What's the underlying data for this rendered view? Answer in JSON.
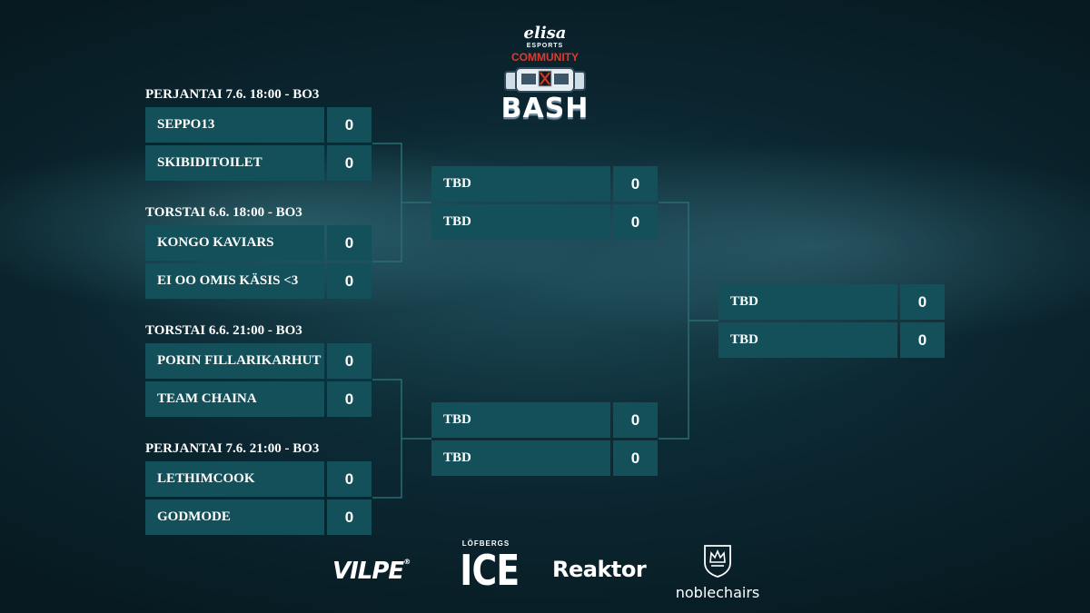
{
  "logo": {
    "elisa": "elisa",
    "esports": "ESPORTS",
    "community": "COMMUNITY",
    "bash": "BASH"
  },
  "matches": [
    {
      "label": "PERJANTAI 7.6. 18:00 - BO3",
      "teams": [
        {
          "name": "SEPPO13",
          "score": "0"
        },
        {
          "name": "SKIBIDITOILET",
          "score": "0"
        }
      ]
    },
    {
      "label": "TORSTAI 6.6. 18:00 - BO3",
      "teams": [
        {
          "name": "KONGO KAVIARS",
          "score": "0"
        },
        {
          "name": "EI OO OMIS KÄSIS <3",
          "score": "0"
        }
      ]
    },
    {
      "label": "TORSTAI 6.6. 21:00 - BO3",
      "teams": [
        {
          "name": "PORIN FILLARIKARHUT",
          "score": "0"
        },
        {
          "name": "TEAM CHAINA",
          "score": "0"
        }
      ]
    },
    {
      "label": "PERJANTAI 7.6. 21:00 - BO3",
      "teams": [
        {
          "name": "LETHIMCOOK",
          "score": "0"
        },
        {
          "name": "GODMODE",
          "score": "0"
        }
      ]
    }
  ],
  "semifinals": [
    {
      "teams": [
        {
          "name": "TBD",
          "score": "0"
        },
        {
          "name": "TBD",
          "score": "0"
        }
      ]
    },
    {
      "teams": [
        {
          "name": "TBD",
          "score": "0"
        },
        {
          "name": "TBD",
          "score": "0"
        }
      ]
    }
  ],
  "final": {
    "teams": [
      {
        "name": "TBD",
        "score": "0"
      },
      {
        "name": "TBD",
        "score": "0"
      }
    ]
  },
  "sponsors": {
    "vilpe": "VILPE",
    "vilpe_mark": "®",
    "lofbergs": "LÖFBERGS",
    "ice": "ICE",
    "reaktor": "Reaktor",
    "noblechairs": "noblechairs"
  },
  "colors": {
    "slot_bg": "#14505a",
    "connector": "#2a6c74",
    "community_red": "#e03a2f"
  }
}
